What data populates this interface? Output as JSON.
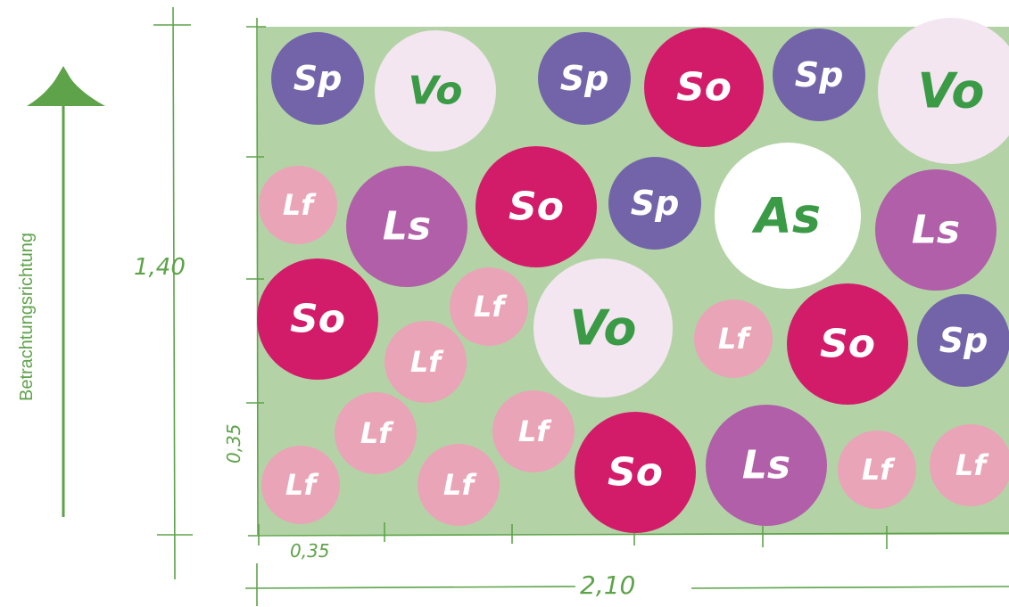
{
  "direction_label": "Betrachtungsrichtung",
  "dimensions": {
    "height": "1,40",
    "width": "2,10",
    "grid_x": "0,35",
    "grid_y": "0,35"
  },
  "colors": {
    "bed": "#b3d3a6",
    "line": "#5ea34a",
    "Sp": "#7364aa",
    "Vo": "#f3e6f1",
    "So": "#d21c6a",
    "Lf": "#e9a4b7",
    "Ls": "#b15fa8",
    "As": "#ffffff"
  },
  "plants": [
    {
      "code": "Sp"
    },
    {
      "code": "Vo"
    },
    {
      "code": "Sp"
    },
    {
      "code": "So"
    },
    {
      "code": "Sp"
    },
    {
      "code": "Vo"
    },
    {
      "code": "Lf"
    },
    {
      "code": "Ls"
    },
    {
      "code": "So"
    },
    {
      "code": "Sp"
    },
    {
      "code": "As"
    },
    {
      "code": "Ls"
    },
    {
      "code": "So"
    },
    {
      "code": "Lf"
    },
    {
      "code": "Lf"
    },
    {
      "code": "Vo"
    },
    {
      "code": "Lf"
    },
    {
      "code": "So"
    },
    {
      "code": "Sp"
    },
    {
      "code": "Lf"
    },
    {
      "code": "Lf"
    },
    {
      "code": "Lf"
    },
    {
      "code": "Lf"
    },
    {
      "code": "So"
    },
    {
      "code": "Ls"
    },
    {
      "code": "Lf"
    },
    {
      "code": "Lf"
    }
  ]
}
